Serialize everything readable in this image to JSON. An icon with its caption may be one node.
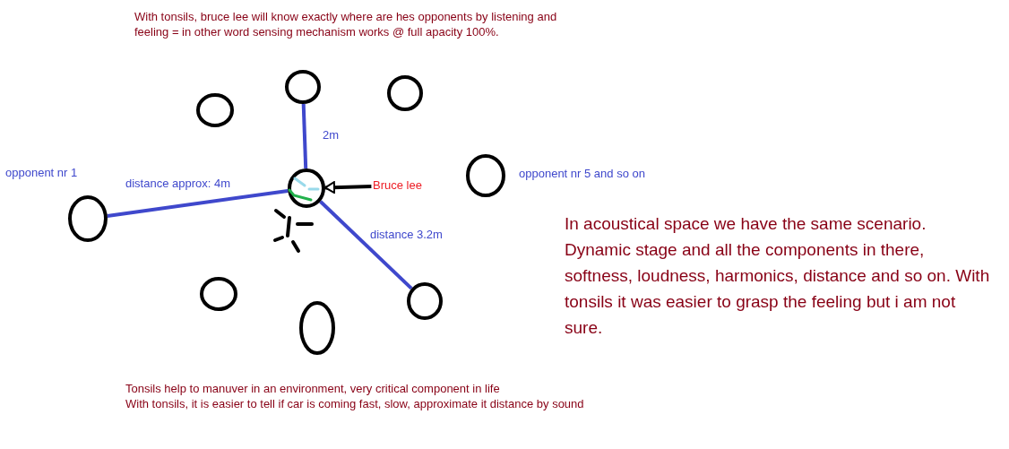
{
  "diagram": {
    "nodes": [
      {
        "text": [],
        "shape": "circle"
      },
      {
        "text": [],
        "shape": "circle"
      },
      {
        "text": [],
        "shape": "circle"
      },
      {
        "text": [],
        "shape": "circle",
        "beside": [
          "opponent nr 5 and so on"
        ]
      },
      {
        "text": [],
        "shape": "circle"
      },
      {
        "text": [
          "Bruce lee"
        ]
      },
      {
        "text": [],
        "shape": "circle",
        "beside": [
          "opponent nr 1"
        ]
      },
      {
        "text": [],
        "shape": "circle"
      },
      {
        "text": [],
        "shape": "circle"
      },
      {
        "text": [],
        "shape": "circle"
      }
    ],
    "edges": [
      {
        "from": 4,
        "to": 0,
        "arrow": "none",
        "label": "2m"
      },
      {
        "from": 6,
        "to": 4,
        "arrow": "none",
        "label": "distance approx: 4m"
      },
      {
        "from": 4,
        "to": 8,
        "arrow": "none",
        "label": "distance 3.2m"
      },
      {
        "from": 5,
        "to": 4,
        "arrow": "to",
        "color": "#000000"
      }
    ],
    "labels": [
      "With tonsils, bruce lee will know exactly where are hes opponents by listening and feeling = in other word sensing mechanism works @ full apacity 100%.",
      "In acoustical space we have the same scenario. Dynamic stage and all the components in there, softness, loudness, harmonics, distance and so on. With tonsils it was easier to grasp the feeling but i am not sure.",
      "Tonsils help to manuver in an environment, very critical component in life",
      "With tonsils, it is easier to tell if car is coming fast, slow, approximate it distance by sound"
    ]
  }
}
